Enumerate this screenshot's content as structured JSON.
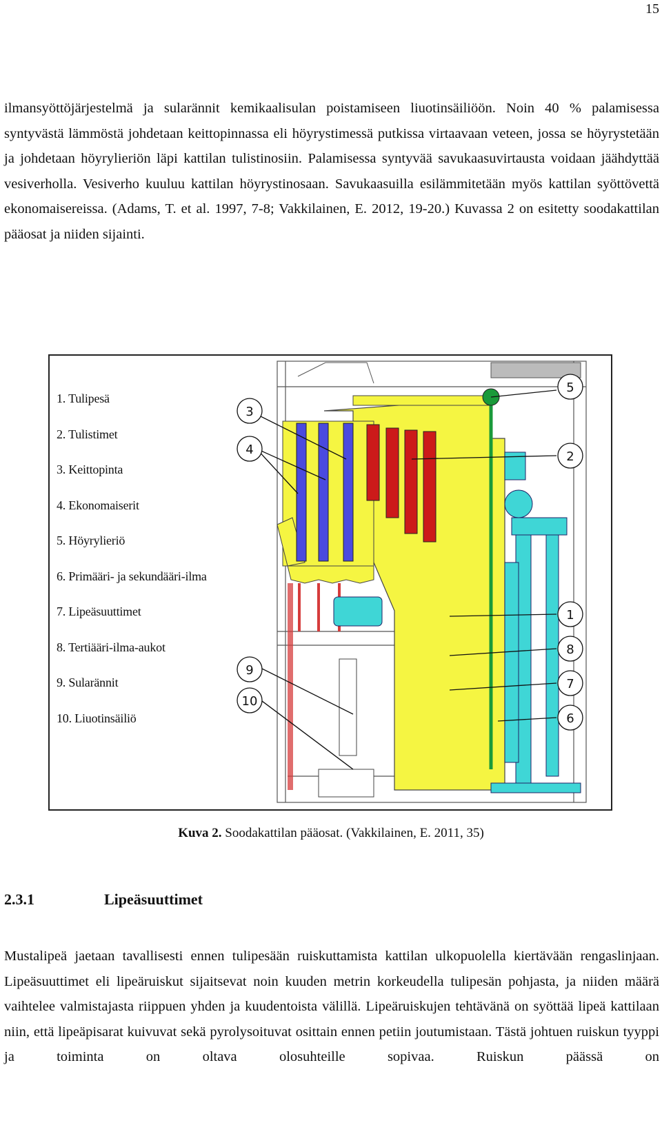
{
  "page_number": "15",
  "paragraph1": "ilmansyöttöjärjestelmä ja sularännit kemikaalisulan poistamiseen liuotinsäiliöön. Noin 40 % palamisessa syntyvästä lämmöstä johdetaan keittopinnassa eli höyrystimessä putkissa virtaavaan veteen, jossa se höyrystetään ja johdetaan höyrylieriön läpi kattilan tulistinosiin. Palamisessa syntyvää savukaasuvirtausta voidaan jäähdyttää vesiverholla. Vesiverho kuuluu kattilan höyrystinosaan. Savukaasuilla esilämmitetään myös kattilan syöttövettä ekonomaisereissa. (Adams, T. et al. 1997, 7-8; Vakkilainen, E. 2012, 19-20.) Kuvassa 2 on esitetty soodakattilan pääosat ja niiden sijainti.",
  "figure": {
    "legend": [
      "1. Tulipesä",
      "2. Tulistimet",
      "3. Keittopinta",
      "4. Ekonomaiserit",
      "5. Höyrylieriö",
      "6. Primääri- ja sekundääri-ilma",
      "7. Lipeäsuuttimet",
      "8. Tertiääri-ilma-aukot",
      "9. Sularännit",
      "10. Liuotinsäiliö"
    ],
    "callouts": [
      "1",
      "2",
      "3",
      "4",
      "5",
      "6",
      "7",
      "8",
      "9",
      "10"
    ],
    "colors": {
      "furnace": "#f5f542",
      "superheater": "#cc1a1a",
      "economizer": "#4a4adf",
      "air_system": "#3fd6d6",
      "drum_pipe": "#1a9a3a",
      "smelt": "#d63c3c"
    }
  },
  "caption": {
    "label": "Kuva 2.",
    "text": "Soodakattilan pääosat. (Vakkilainen, E. 2011, 35)"
  },
  "section": {
    "number": "2.3.1",
    "title": "Lipeäsuuttimet"
  },
  "paragraph2": "Mustalipeä jaetaan tavallisesti ennen tulipesään ruiskuttamista kattilan ulkopuolella kiertävään rengaslinjaan. Lipeäsuuttimet eli lipeäruiskut sijaitsevat noin kuuden metrin korkeudella tulipesän pohjasta, ja niiden määrä vaihtelee valmistajasta riippuen yhden ja kuudentoista välillä. Lipeäruiskujen tehtävänä on syöttää lipeä kattilaan niin, että lipeäpisarat kuivuvat sekä pyrolysoituvat osittain ennen petiin joutumistaan. Tästä johtuen ruiskun tyyppi ja toiminta on oltava olosuhteille sopivaa. Ruiskun päässä on"
}
